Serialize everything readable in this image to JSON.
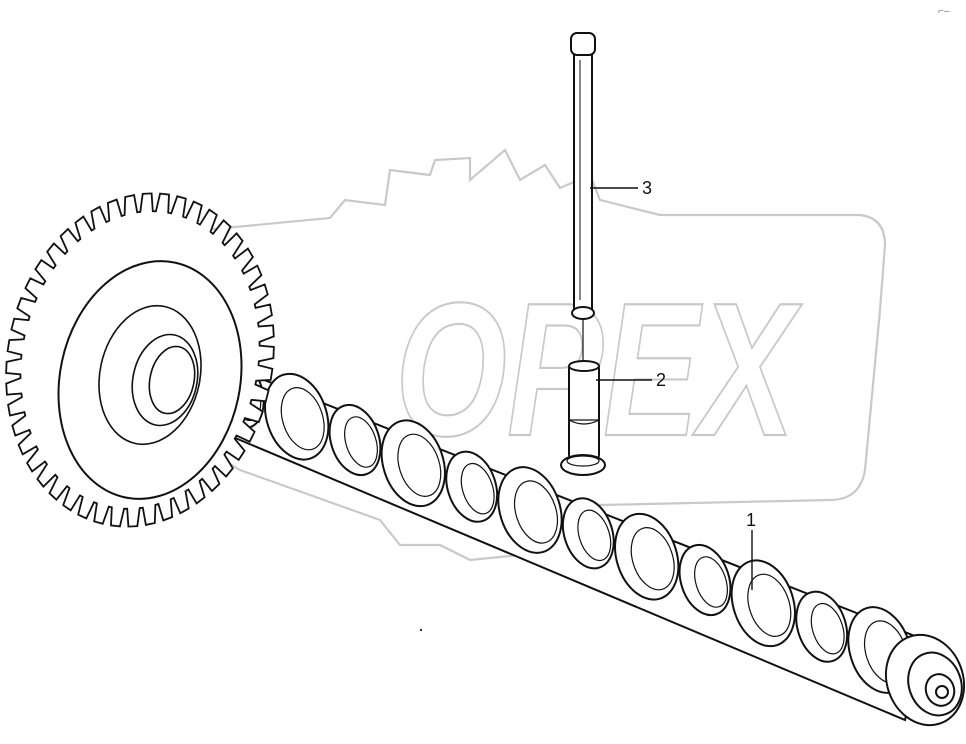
{
  "diagram": {
    "watermark": {
      "text": "OPEX"
    },
    "callouts": [
      {
        "id": "1",
        "label": "1"
      },
      {
        "id": "2",
        "label": "2"
      },
      {
        "id": "3",
        "label": "3"
      }
    ],
    "corner_mark": "⌐‒"
  },
  "colors": {
    "line": "#111111",
    "watermark": "#c9c9c9",
    "background": "#ffffff"
  }
}
